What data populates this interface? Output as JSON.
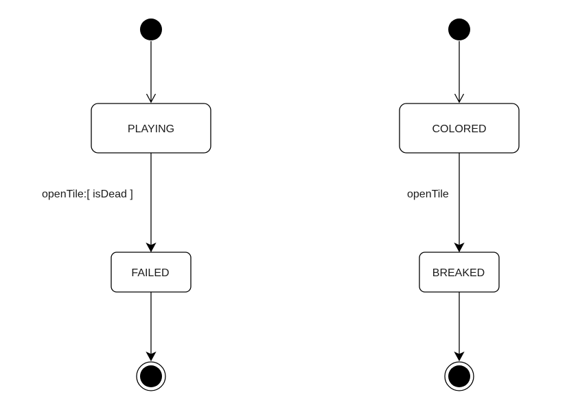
{
  "colors": {
    "stroke": "#000000",
    "fill": "#ffffff",
    "node_fill": "#000000",
    "text": "#1a1a1a"
  },
  "machine_left": {
    "states": {
      "playing": "PLAYING",
      "failed": "FAILED"
    },
    "transitions": {
      "playing_to_failed": "openTile:[ isDead ]"
    }
  },
  "machine_right": {
    "states": {
      "colored": "COLORED",
      "breaked": "BREAKED"
    },
    "transitions": {
      "colored_to_breaked": "openTile"
    }
  }
}
